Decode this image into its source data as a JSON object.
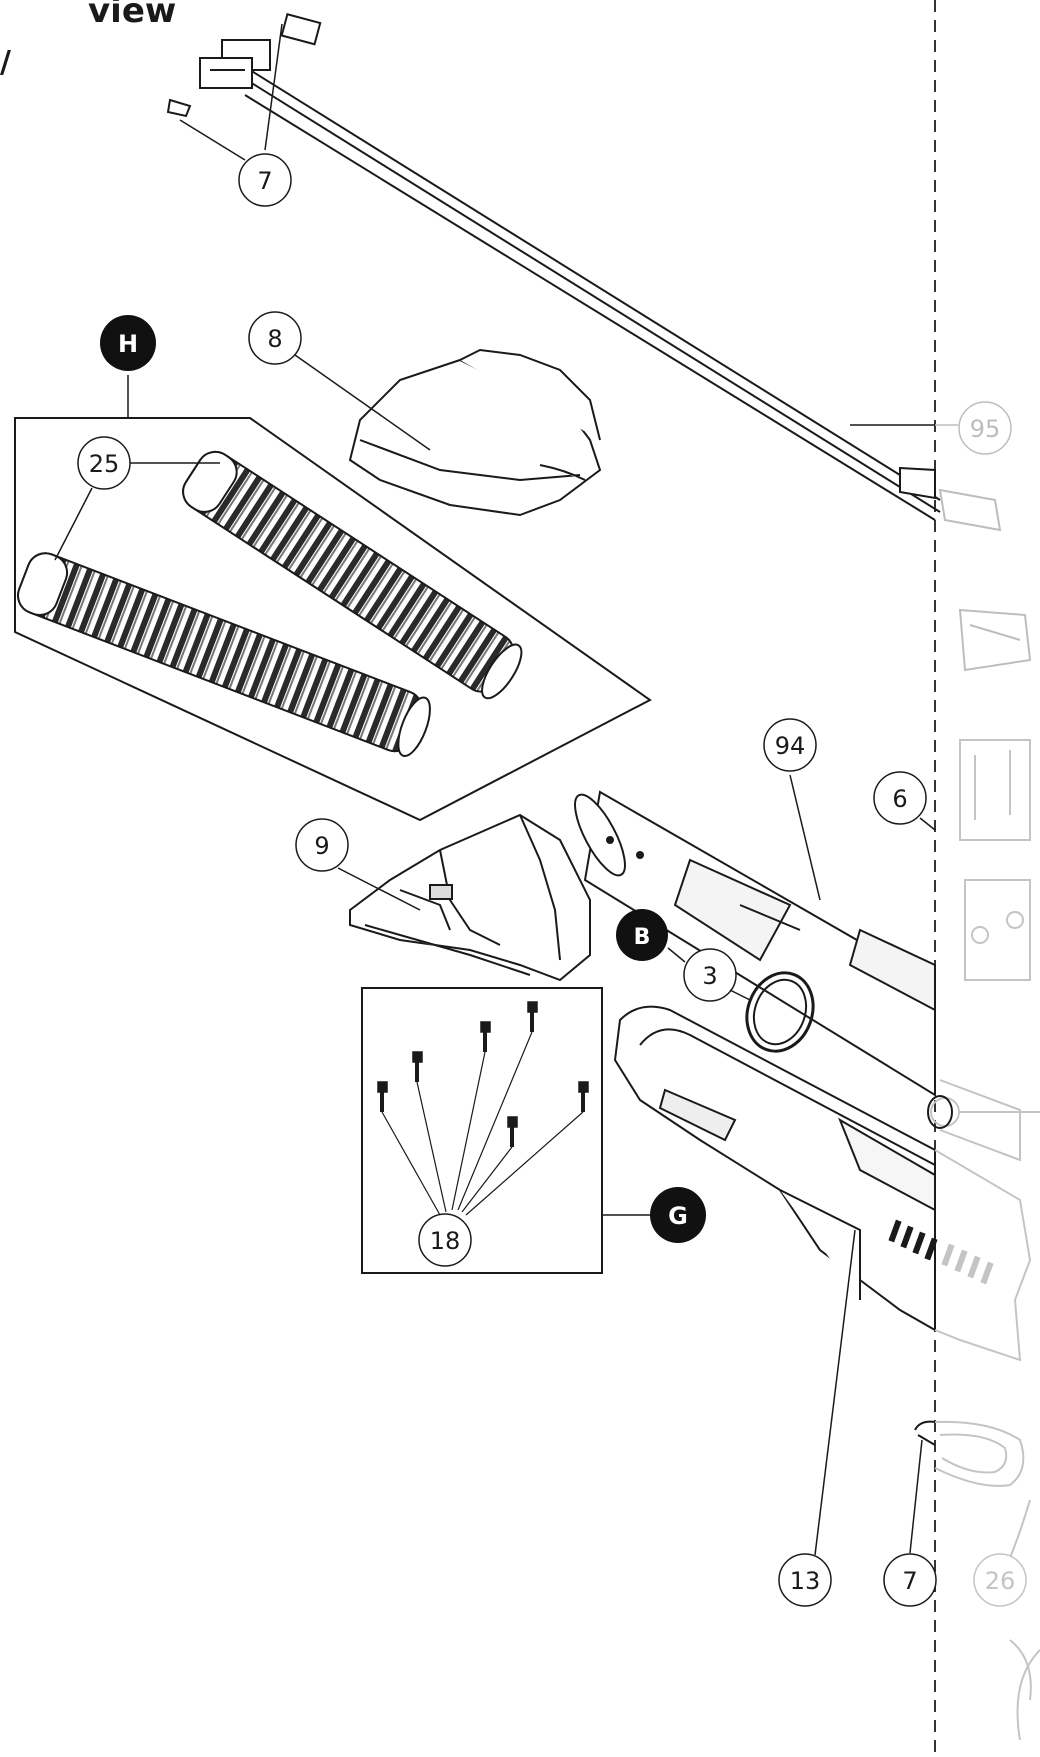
{
  "header": {
    "title_fragment": "view",
    "subtitle_fragment": "/"
  },
  "callouts": {
    "c7_top": "7",
    "c8": "8",
    "c25": "25",
    "c95": "95",
    "c94": "94",
    "c6": "6",
    "c9": "9",
    "c3": "3",
    "c18": "18",
    "c13": "13",
    "c7_bottom": "7",
    "c26": "26"
  },
  "groups": {
    "H": "H",
    "B": "B",
    "G": "G"
  },
  "colors": {
    "line": "#1a1a1a",
    "faded": "#bdbdbd",
    "badge": "#111111",
    "paper": "#ffffff"
  }
}
